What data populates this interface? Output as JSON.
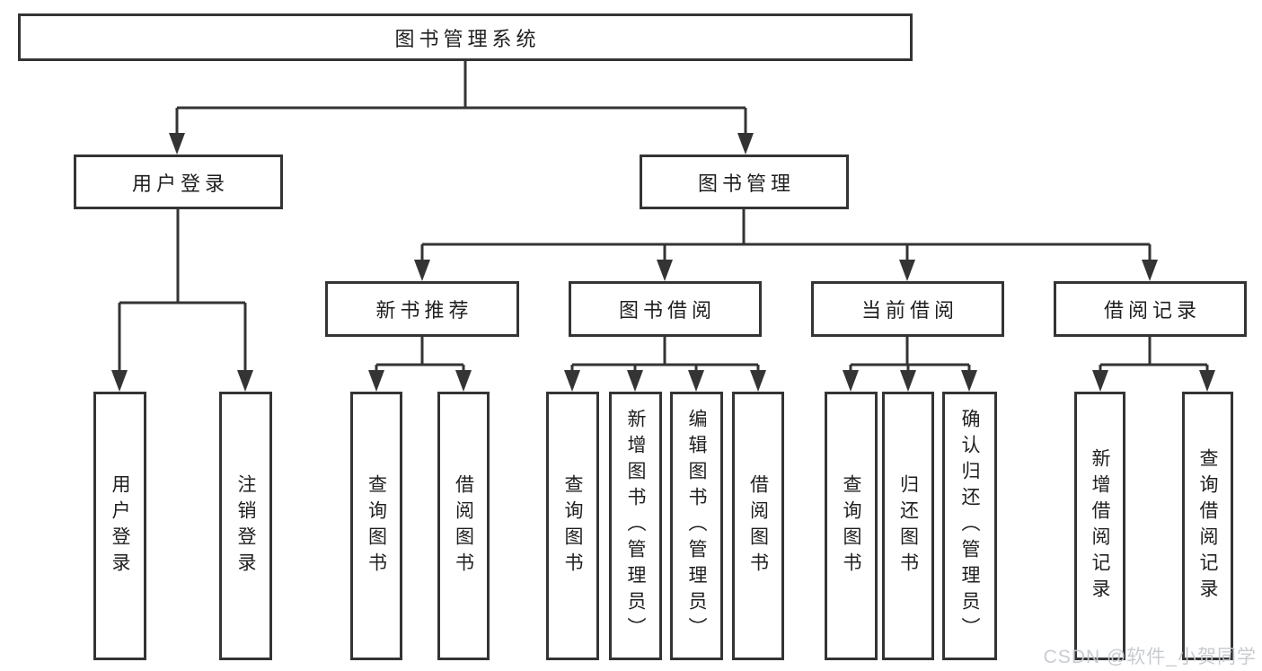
{
  "tree": {
    "label": "图书管理系统",
    "children": [
      {
        "label": "用户登录",
        "children": [
          {
            "label": "用户登录"
          },
          {
            "label": "注销登录"
          }
        ]
      },
      {
        "label": "图书管理",
        "children": [
          {
            "label": "新书推荐",
            "children": [
              {
                "label": "查询图书"
              },
              {
                "label": "借阅图书"
              }
            ]
          },
          {
            "label": "图书借阅",
            "children": [
              {
                "label": "查询图书"
              },
              {
                "label": "新增图书（管理员）"
              },
              {
                "label": "编辑图书（管理员）"
              },
              {
                "label": "借阅图书"
              }
            ]
          },
          {
            "label": "当前借阅",
            "children": [
              {
                "label": "查询图书"
              },
              {
                "label": "归还图书"
              },
              {
                "label": "确认归还（管理员）"
              }
            ]
          },
          {
            "label": "借阅记录",
            "children": [
              {
                "label": "新增借阅记录"
              },
              {
                "label": "查询借阅记录"
              }
            ]
          }
        ]
      }
    ]
  },
  "watermark": {
    "text": "CSDN @软件_小贺同学"
  },
  "colors": {
    "line": "#343434",
    "box_border": "#343434",
    "text": "#1f1f1f",
    "background": "#ffffff",
    "watermark": "#c5c9cd"
  }
}
